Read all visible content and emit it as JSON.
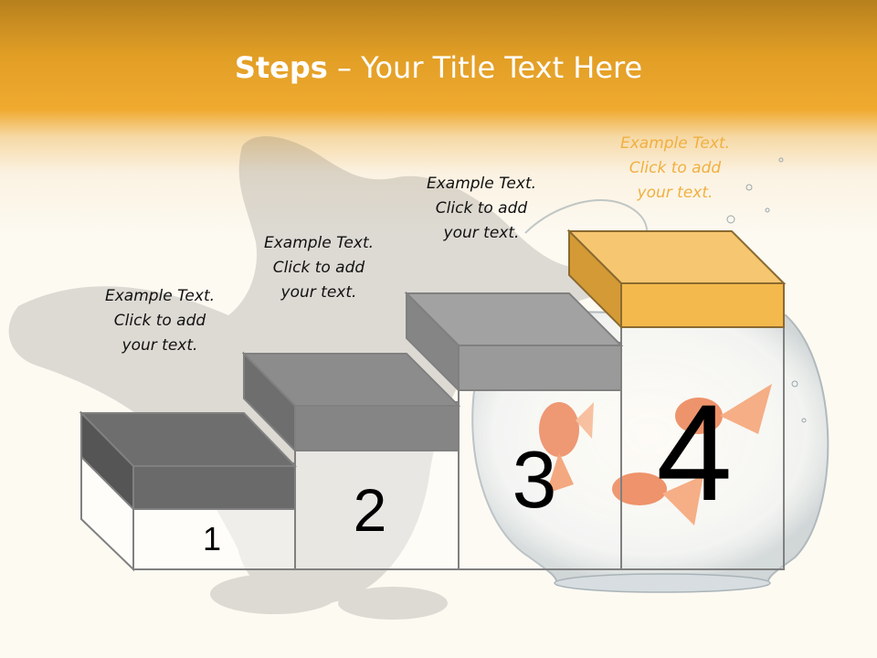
{
  "title": {
    "bold": "Steps",
    "rest": " – Your Title Text Here"
  },
  "steps": [
    {
      "number": "1",
      "line1": "Example Text.",
      "line2": "Click  to add",
      "line3": "your text."
    },
    {
      "number": "2",
      "line1": "Example Text.",
      "line2": "Click  to add",
      "line3": "your text."
    },
    {
      "number": "3",
      "line1": "Example Text.",
      "line2": "Click  to add",
      "line3": "your text."
    },
    {
      "number": "4",
      "line1": "Example Text.",
      "line2": "Click  to add",
      "line3": "your text."
    }
  ],
  "colors": {
    "banner": "#f0aa30",
    "step_gray": "#8a8a8a",
    "step_highlight": "#f6b94c"
  }
}
